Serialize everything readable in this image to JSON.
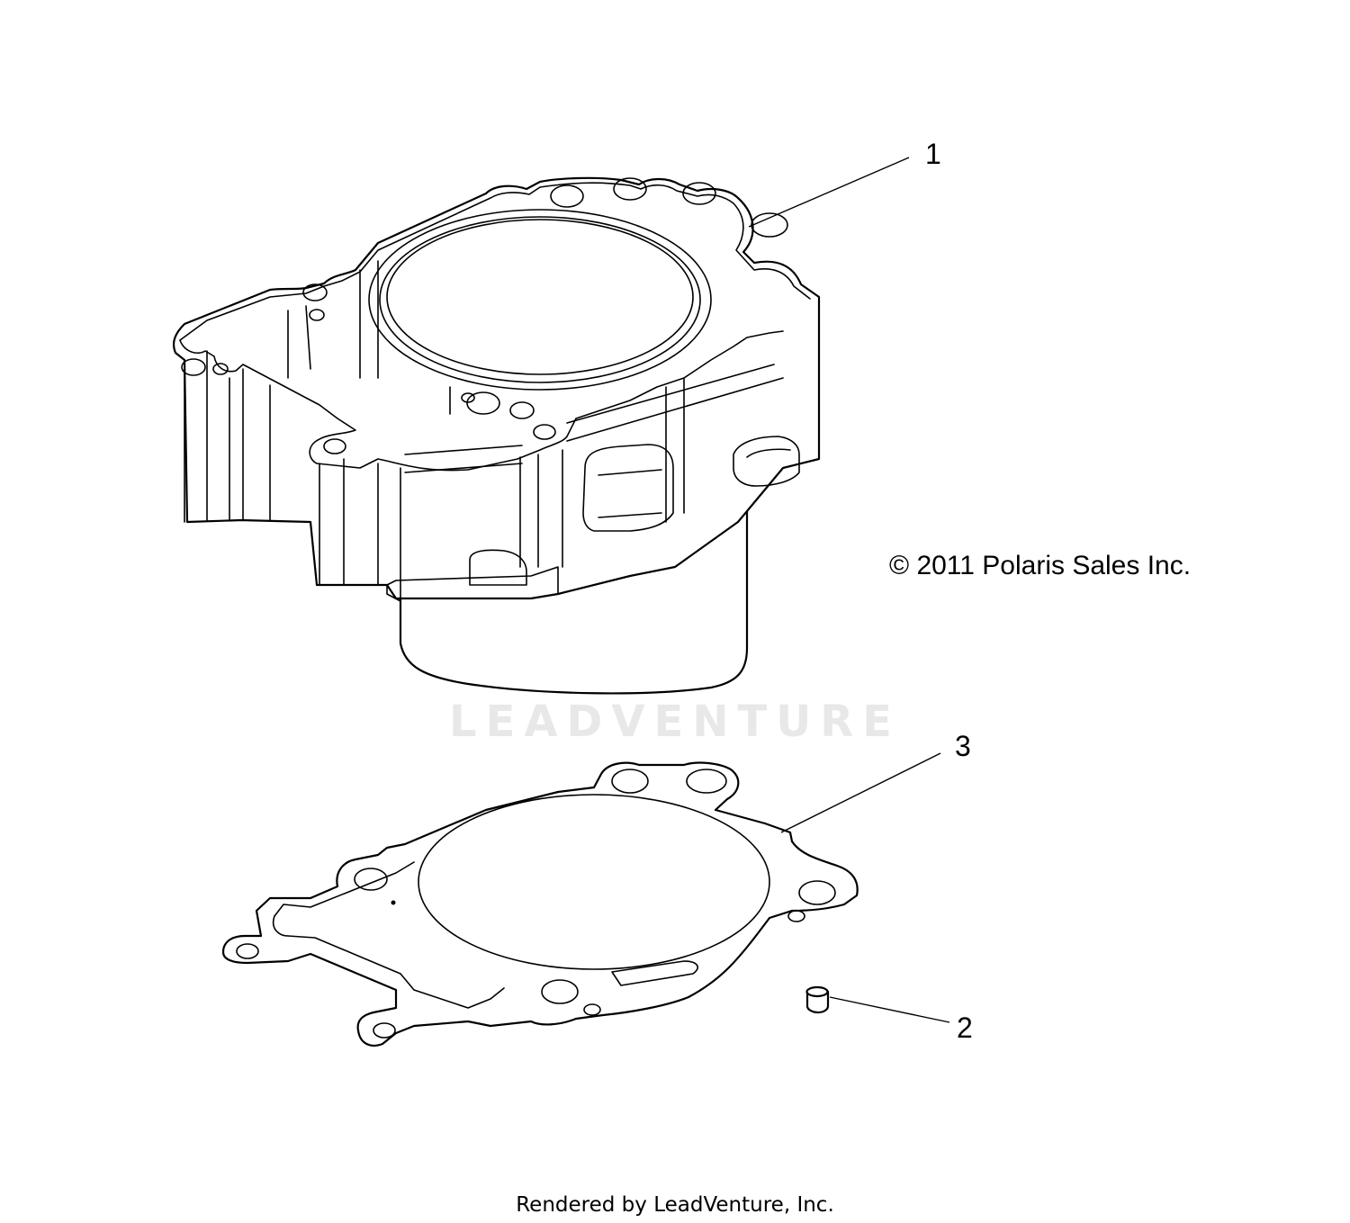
{
  "callouts": {
    "cylinder": "1",
    "dowel_pin": "2",
    "gasket": "3"
  },
  "copyright": "© 2011 Polaris Sales Inc.",
  "watermark": "LEADVENTURE",
  "footer": "Rendered by LeadVenture, Inc.",
  "colors": {
    "line": "#000000",
    "watermark": "#e8e8e8"
  }
}
